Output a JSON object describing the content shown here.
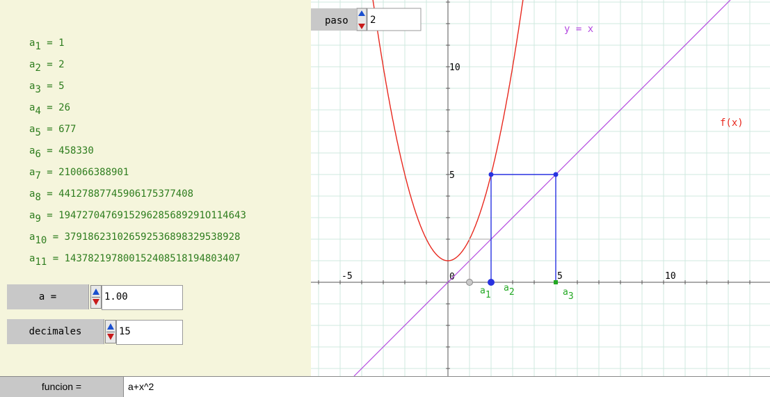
{
  "sequence": [
    {
      "sym": "a",
      "sub": "1",
      "eq": " = ",
      "val": "1"
    },
    {
      "sym": "a",
      "sub": "2",
      "eq": " = ",
      "val": "2"
    },
    {
      "sym": "a",
      "sub": "3",
      "eq": " = ",
      "val": "5"
    },
    {
      "sym": "a",
      "sub": "4",
      "eq": " = ",
      "val": "26"
    },
    {
      "sym": "a",
      "sub": "5",
      "eq": " = ",
      "val": "677"
    },
    {
      "sym": "a",
      "sub": "6",
      "eq": " = ",
      "val": "458330"
    },
    {
      "sym": "a",
      "sub": "7",
      "eq": " = ",
      "val": "210066388901"
    },
    {
      "sym": "a",
      "sub": "8",
      "eq": " = ",
      "val": "44127887745906175377408"
    },
    {
      "sym": "a",
      "sub": "9",
      "eq": " = ",
      "val": "1947270476915296285689291O114643"
    },
    {
      "sym": "a",
      "sub": "10",
      "eq": " = ",
      "val": "379186231026592536898329538928"
    },
    {
      "sym": "a",
      "sub": "11",
      "eq": " = ",
      "val": "143782197800152408518194803407"
    }
  ],
  "controls": {
    "a": {
      "label": "a =",
      "value": "1.00"
    },
    "decimales": {
      "label": "decimales",
      "value": "15"
    },
    "paso": {
      "label": "paso",
      "value": "2"
    }
  },
  "funcion": {
    "label": "funcion =",
    "value": "a+x^2"
  },
  "graph": {
    "x_range": [
      -5,
      15
    ],
    "y_range": [
      -4.5,
      13
    ],
    "x_ticks": [
      -5,
      5,
      10
    ],
    "y_ticks": [
      5,
      10
    ],
    "origin_label": "0",
    "line_label": "y = x",
    "curve_label": "f(x)",
    "point_labels": [
      {
        "name": "a",
        "sub": "1",
        "x": 2
      },
      {
        "name": "a",
        "sub": "2",
        "x": 2
      },
      {
        "name": "a",
        "sub": "3",
        "x": 5
      }
    ],
    "colors": {
      "curve": "#e8281e",
      "line": "#b44be0",
      "cobweb": "#2832e0",
      "points": "#22a822",
      "grid": "#cfe8df"
    }
  }
}
